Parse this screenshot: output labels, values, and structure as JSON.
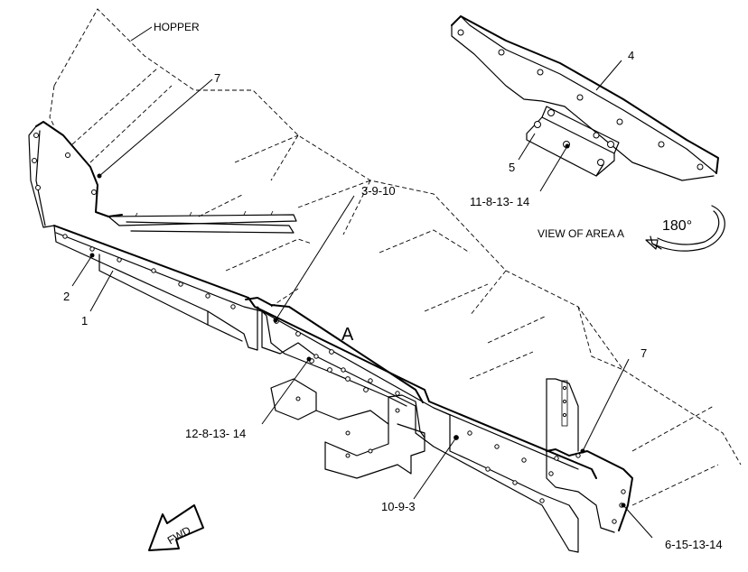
{
  "callouts": {
    "hopper": "HOPPER",
    "c7_top": "7",
    "c3_9_10": "3-9-10",
    "c2": "2",
    "c1": "1",
    "area_a": "A",
    "c12_8_13_14": "12-8-13- 14",
    "c10_9_3": "10-9-3",
    "c7_right": "7",
    "c6_15_13_14": "6-15-13-14",
    "c4": "4",
    "c5": "5",
    "c11_8_13_14": "11-8-13- 14",
    "view_of_area": "VIEW OF AREA A",
    "rotation": "180°",
    "fwd": "FWD"
  }
}
